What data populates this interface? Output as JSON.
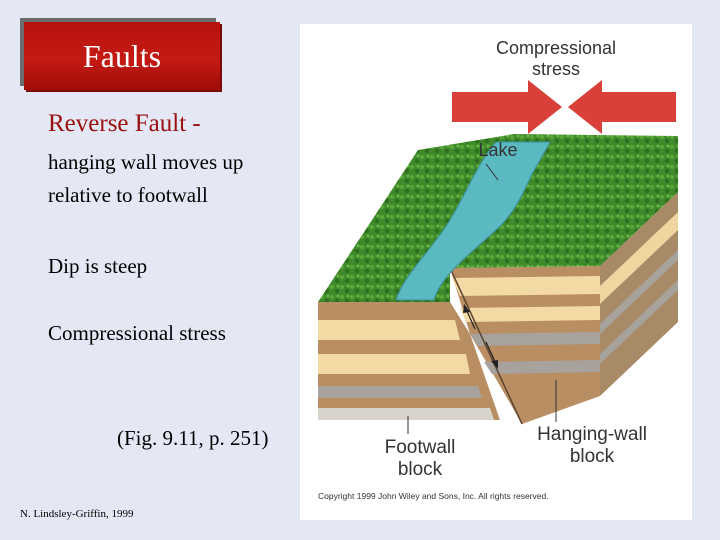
{
  "slide": {
    "title": "Faults",
    "subtitle": "Reverse Fault -",
    "definition_line1": "hanging wall moves up",
    "definition_line2": "relative to footwall",
    "dip": "Dip is steep",
    "stress": "Compressional stress",
    "figure_ref": "(Fig. 9.11, p. 251)",
    "credit": "N. Lindsley-Griffin, 1999"
  },
  "figure": {
    "label_compressional": "Compressional",
    "label_stress": "stress",
    "label_lake": "Lake",
    "label_footwall_1": "Footwall",
    "label_footwall_2": "block",
    "label_hanging_1": "Hanging-wall",
    "label_hanging_2": "block",
    "copyright": "Copyright 1999 John Wiley and Sons, Inc. All rights reserved.",
    "colors": {
      "arrow": "#d9403a",
      "lake": "#5bb9c2",
      "grass": "#3f8a2a",
      "layer_light": "#f3d9a4",
      "layer_brown": "#b98e62",
      "layer_grey": "#a7a29c"
    }
  }
}
